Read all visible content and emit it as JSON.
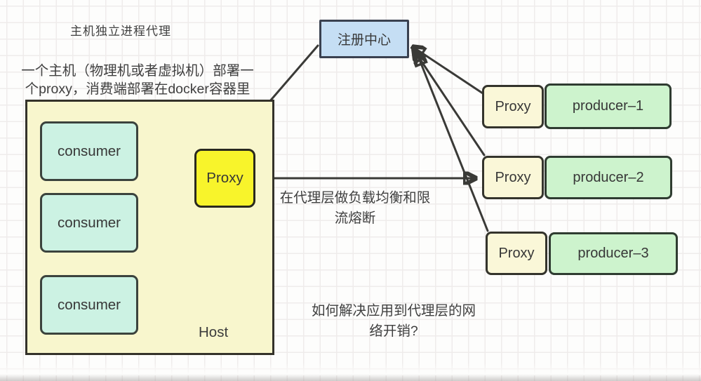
{
  "annotations": {
    "title": "主机独立进程代理",
    "description": "一个主机（物理机或者虚拟机）部署一\n个proxy，消费端部署在docker容器里",
    "proxy_layer_note": "在代理层做负载均衡和限\n流熔断",
    "question_note": "如何解决应用到代理层的网\n络开销?"
  },
  "registry": {
    "label": "注册中心"
  },
  "host": {
    "label": "Host",
    "proxy_label": "Proxy",
    "consumers": [
      "consumer",
      "consumer",
      "consumer"
    ]
  },
  "producers": [
    {
      "proxy_label": "Proxy",
      "label": "producer–1"
    },
    {
      "proxy_label": "Proxy",
      "label": "producer–2"
    },
    {
      "proxy_label": "Proxy",
      "label": "producer–3"
    }
  ],
  "edges": [
    {
      "from": "consumer-1",
      "to": "host-proxy"
    },
    {
      "from": "consumer-2",
      "to": "host-proxy"
    },
    {
      "from": "consumer-3",
      "to": "host-proxy"
    },
    {
      "from": "registry",
      "to": "host-proxy"
    },
    {
      "from": "host-proxy",
      "to": "producer-2-proxy"
    },
    {
      "from": "producer-1-proxy",
      "to": "registry"
    },
    {
      "from": "producer-2-proxy",
      "to": "registry"
    },
    {
      "from": "producer-3-proxy",
      "to": "registry"
    }
  ],
  "colors": {
    "background": "#fdfdfc",
    "grid_line": "#efeceb",
    "arrow": "#3a3a37",
    "box_border": "#33322b",
    "registry_fill": "#c5def4",
    "host_fill": "#f8f6cd",
    "consumer_fill": "#ccf2e3",
    "host_proxy_fill": "#f8f42b",
    "producer_proxy_fill": "#faf7d8",
    "producer_fill": "#cdf3cd",
    "text": "#3c3c3c"
  }
}
